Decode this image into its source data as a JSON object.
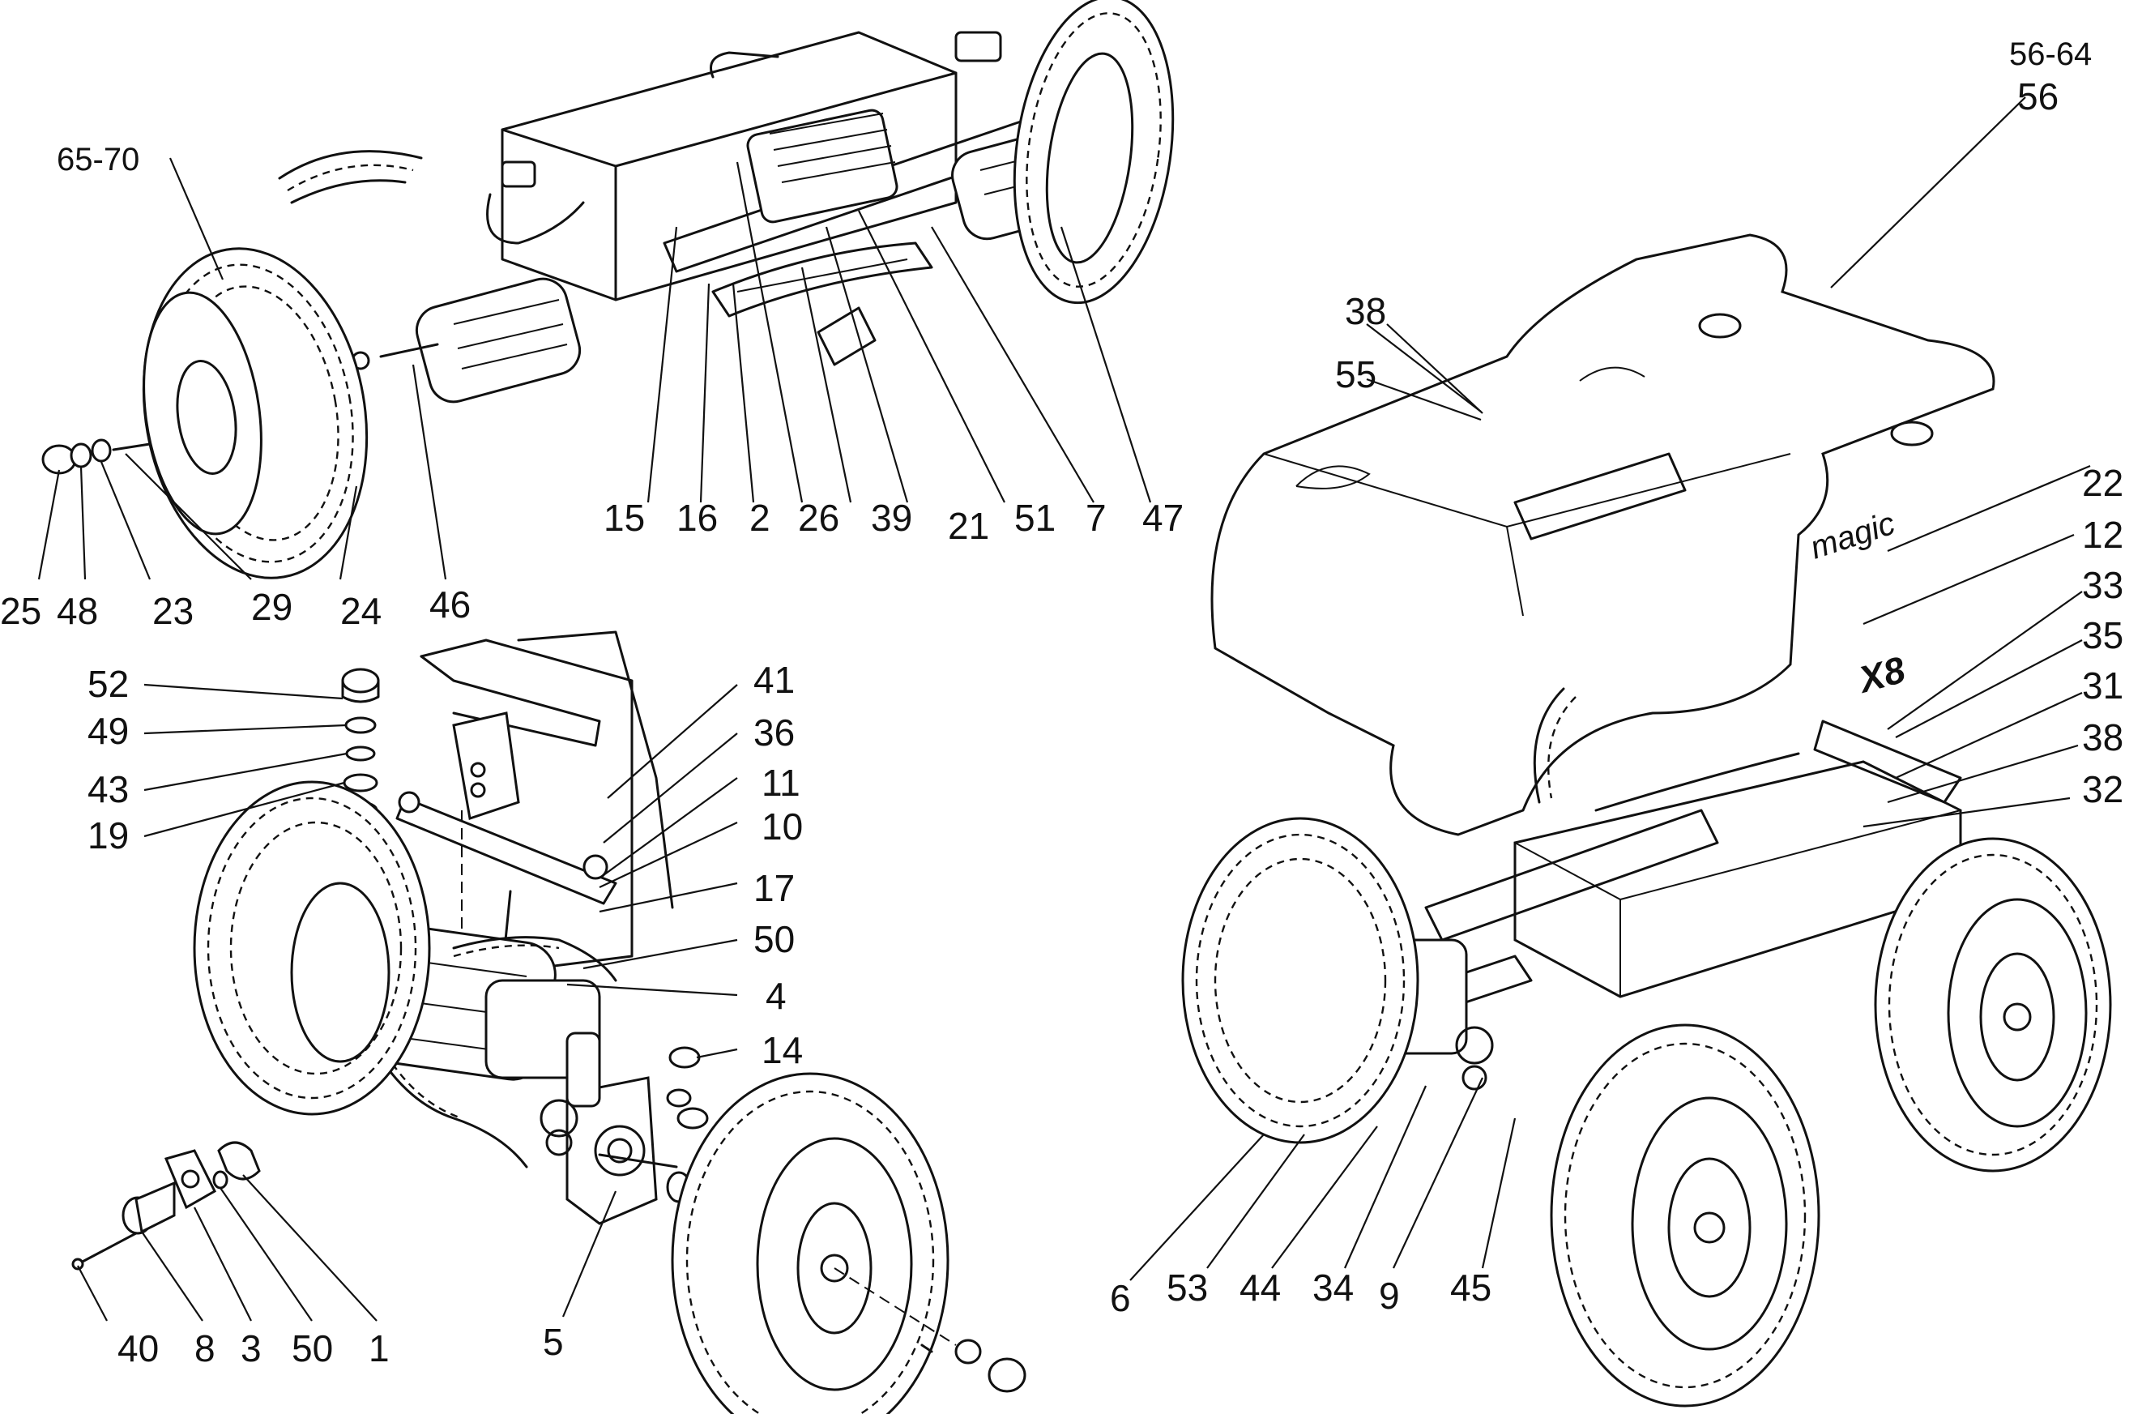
{
  "labels": {
    "l56_64": "56-64",
    "l56": "56",
    "l65_70": "65-70",
    "l38a": "38",
    "l55": "55",
    "l22": "22",
    "l12": "12",
    "l33": "33",
    "l35": "35",
    "l31": "31",
    "l38b": "38",
    "l32": "32",
    "l15": "15",
    "l16": "16",
    "l2": "2",
    "l26": "26",
    "l39": "39",
    "l21": "21",
    "l51": "51",
    "l7": "7",
    "l47": "47",
    "l25": "25",
    "l48": "48",
    "l23": "23",
    "l29": "29",
    "l24": "24",
    "l46": "46",
    "l52": "52",
    "l49": "49",
    "l43": "43",
    "l19": "19",
    "l41": "41",
    "l36": "36",
    "l11": "11",
    "l10": "10",
    "l17": "17",
    "l50a": "50",
    "l4": "4",
    "l14": "14",
    "l40": "40",
    "l8": "8",
    "l3": "3",
    "l50b": "50",
    "l1": "1",
    "l5": "5",
    "l6": "6",
    "l53": "53",
    "l44": "44",
    "l34": "34",
    "l9": "9",
    "l45": "45"
  },
  "decals": {
    "brand": "magic",
    "model": "X8"
  }
}
